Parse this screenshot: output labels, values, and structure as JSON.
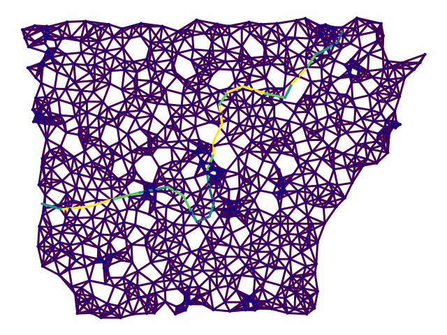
{
  "graph": {
    "type": "network-graph",
    "description_text": "",
    "colors": {
      "background": "#ffffff",
      "base_edge": "#440154",
      "node": "#0d0887",
      "highlight_ramp": [
        "#3b528b",
        "#21918c",
        "#5ec962",
        "#fde725"
      ]
    },
    "edge_style": "viridis-weighted",
    "node_count_estimate": 900,
    "highlighted_route": {
      "present": true,
      "colors_seen": [
        "yellow",
        "green",
        "teal",
        "blue"
      ]
    }
  }
}
